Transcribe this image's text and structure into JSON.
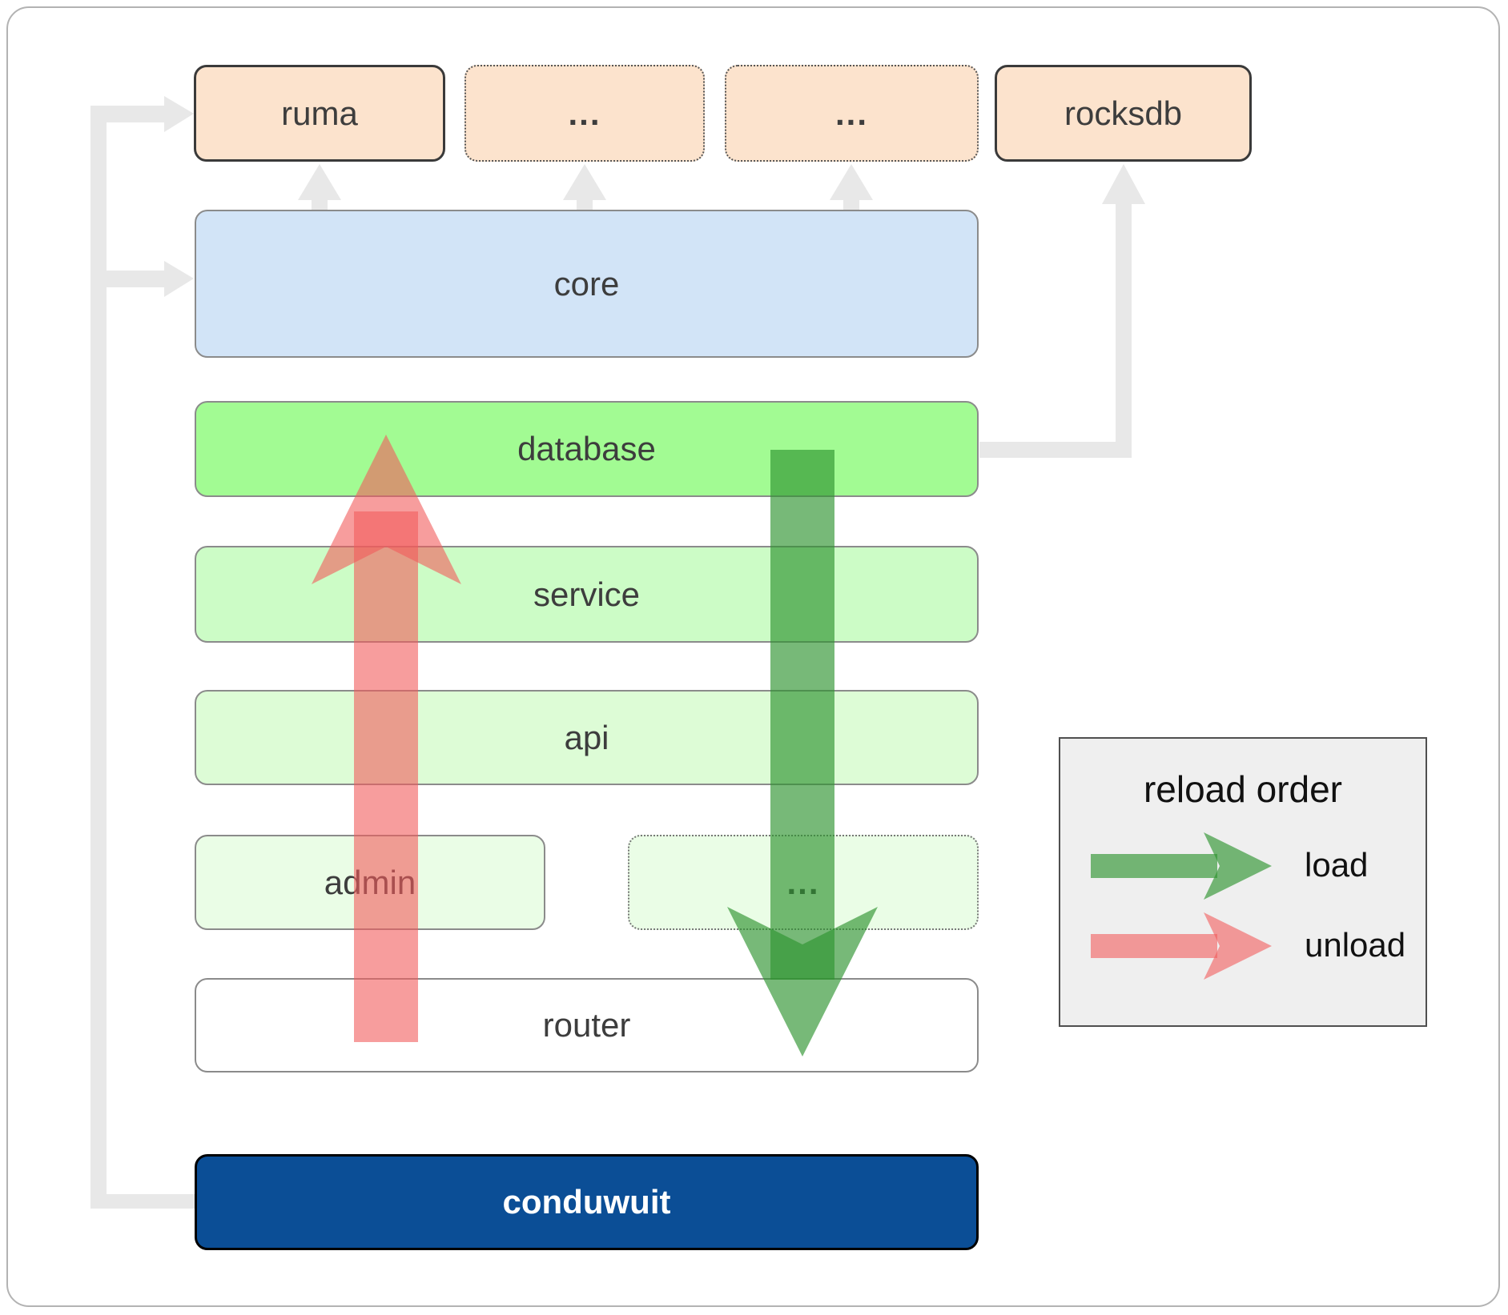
{
  "nodes": {
    "ruma": "ruma",
    "crates_a": "...",
    "crates_b": "...",
    "rocksdb": "rocksdb",
    "core": "core",
    "database": "database",
    "service": "service",
    "api": "api",
    "admin": "admin",
    "more": "...",
    "router": "router",
    "conduwuit": "conduwuit"
  },
  "legend": {
    "title": "reload order",
    "load_label": "load",
    "unload_label": "unload"
  },
  "colors": {
    "load_arrow": "#2e9430",
    "unload_arrow": "#f25b5b",
    "connector": "#e8e8e8",
    "crate_bg": "#fce3cd",
    "core_bg": "#d2e4f7",
    "database_bg": "#a2fb93",
    "conduwuit_bg": "#0b4e96",
    "legend_bg": "#efefef"
  }
}
